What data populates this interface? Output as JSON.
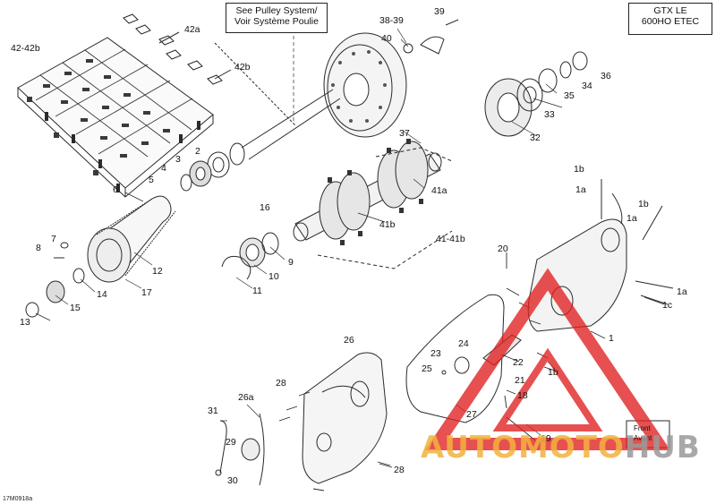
{
  "model_box": {
    "line1": "GTX LE",
    "line2": "600HO ETEC"
  },
  "pulley_note": {
    "line1": "See Pulley System/",
    "line2": "Voir Système Poulie"
  },
  "ref_code": "17M0918a",
  "watermark": {
    "part1": "AUTOMOTO",
    "part2": "HUB"
  },
  "colors": {
    "line": "#2a2a2a",
    "watermark_red": "#e02020",
    "watermark_orange": "#f2b23e",
    "watermark_gray": "#9a9a9a"
  },
  "callouts": [
    {
      "id": "c-42-42b",
      "text": "42-42b"
    },
    {
      "id": "c-42a",
      "text": "42a"
    },
    {
      "id": "c-42b",
      "text": "42b"
    },
    {
      "id": "c-38-39",
      "text": "38-39"
    },
    {
      "id": "c-39",
      "text": "39"
    },
    {
      "id": "c-40",
      "text": "40"
    },
    {
      "id": "c-36",
      "text": "36"
    },
    {
      "id": "c-34",
      "text": "34"
    },
    {
      "id": "c-35",
      "text": "35"
    },
    {
      "id": "c-33",
      "text": "33"
    },
    {
      "id": "c-32",
      "text": "32"
    },
    {
      "id": "c-37",
      "text": "37"
    },
    {
      "id": "c-41a",
      "text": "41a"
    },
    {
      "id": "c-41b",
      "text": "41b"
    },
    {
      "id": "c-41-41b",
      "text": "41-41b"
    },
    {
      "id": "c-16",
      "text": "16"
    },
    {
      "id": "c-2",
      "text": "2"
    },
    {
      "id": "c-3",
      "text": "3"
    },
    {
      "id": "c-4",
      "text": "4"
    },
    {
      "id": "c-5",
      "text": "5"
    },
    {
      "id": "c-6",
      "text": "6"
    },
    {
      "id": "c-7",
      "text": "7"
    },
    {
      "id": "c-8",
      "text": "8"
    },
    {
      "id": "c-9",
      "text": "9"
    },
    {
      "id": "c-10",
      "text": "10"
    },
    {
      "id": "c-11",
      "text": "11"
    },
    {
      "id": "c-12",
      "text": "12"
    },
    {
      "id": "c-13",
      "text": "13"
    },
    {
      "id": "c-14",
      "text": "14"
    },
    {
      "id": "c-15",
      "text": "15"
    },
    {
      "id": "c-17",
      "text": "17"
    },
    {
      "id": "c-1b-top",
      "text": "1b"
    },
    {
      "id": "c-1a-top",
      "text": "1a"
    },
    {
      "id": "c-1b-right",
      "text": "1b"
    },
    {
      "id": "c-1a-mid",
      "text": "1a"
    },
    {
      "id": "c-20",
      "text": "20"
    },
    {
      "id": "c-1a-right",
      "text": "1a"
    },
    {
      "id": "c-1c",
      "text": "1c"
    },
    {
      "id": "c-1",
      "text": "1"
    },
    {
      "id": "c-1b-low",
      "text": "1b"
    },
    {
      "id": "c-26",
      "text": "26"
    },
    {
      "id": "c-23",
      "text": "23"
    },
    {
      "id": "c-24",
      "text": "24"
    },
    {
      "id": "c-25",
      "text": "25"
    },
    {
      "id": "c-22",
      "text": "22"
    },
    {
      "id": "c-21",
      "text": "21"
    },
    {
      "id": "c-18",
      "text": "18"
    },
    {
      "id": "c-27",
      "text": "27"
    },
    {
      "id": "c-28-top",
      "text": "28"
    },
    {
      "id": "c-26a",
      "text": "26a"
    },
    {
      "id": "c-31",
      "text": "31"
    },
    {
      "id": "c-29",
      "text": "29"
    },
    {
      "id": "c-30",
      "text": "30"
    },
    {
      "id": "c-19",
      "text": "19"
    },
    {
      "id": "c-28-bot",
      "text": "28"
    },
    {
      "id": "c-front-1",
      "text": "Front"
    },
    {
      "id": "c-front-2",
      "text": "Avant"
    }
  ]
}
